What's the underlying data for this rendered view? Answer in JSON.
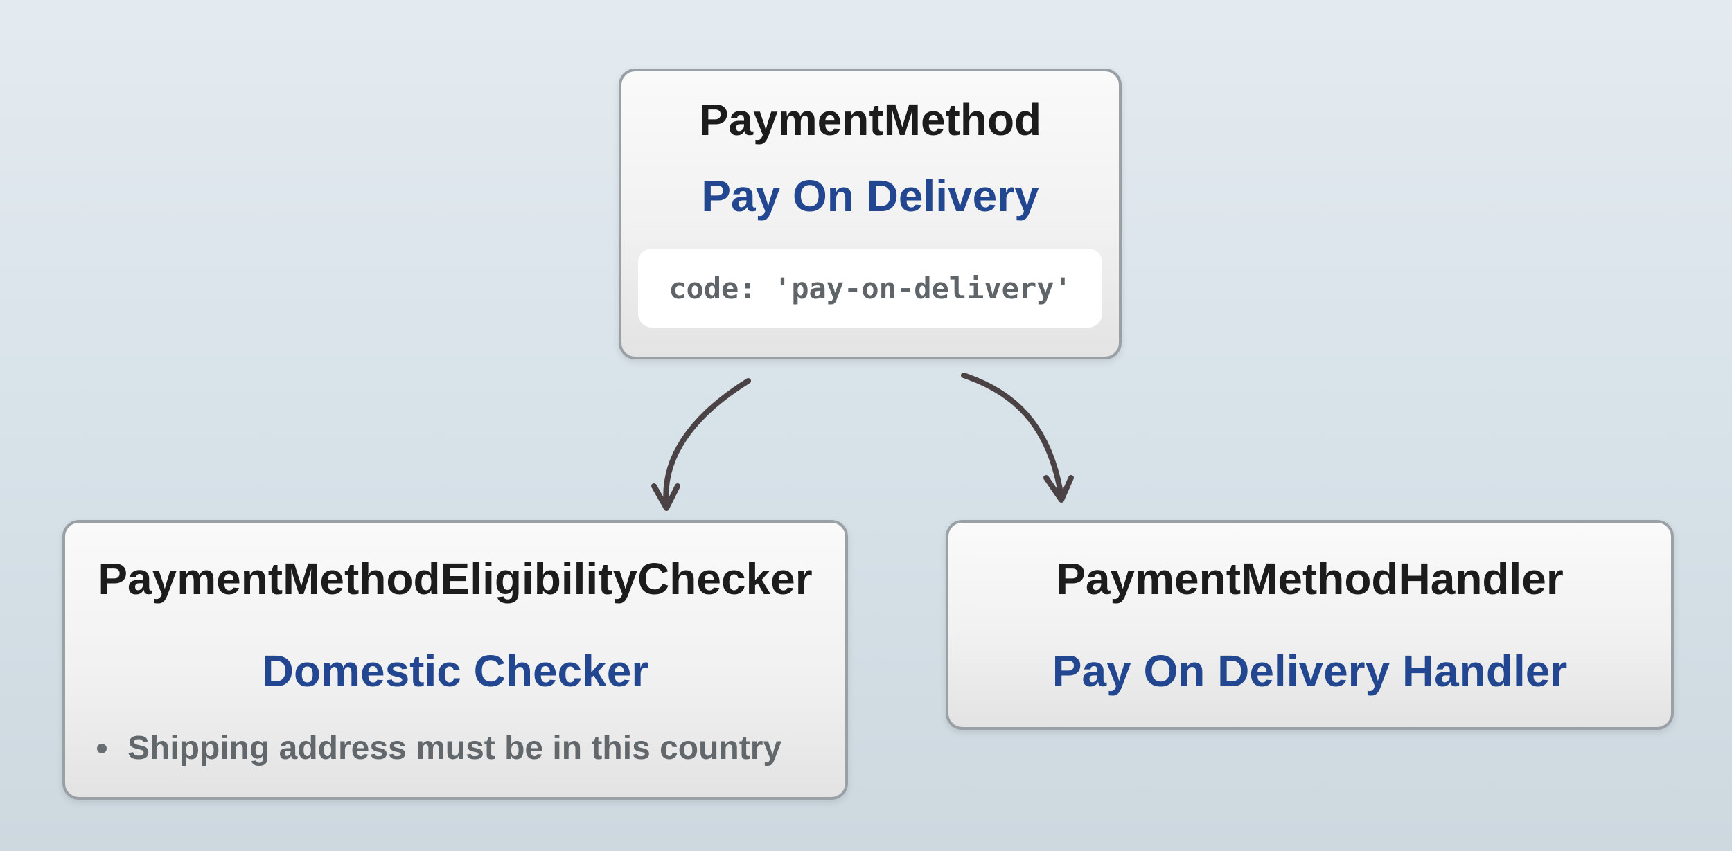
{
  "nodes": {
    "payment_method": {
      "type": "PaymentMethod",
      "name": "Pay On Delivery",
      "code": "code: 'pay-on-delivery'"
    },
    "eligibility_checker": {
      "type": "PaymentMethodEligibilityChecker",
      "name": "Domestic Checker",
      "bullets": [
        "Shipping address must be in this country"
      ]
    },
    "handler": {
      "type": "PaymentMethodHandler",
      "name": "Pay On Delivery Handler"
    }
  },
  "colors": {
    "type_text": "#1c1c1c",
    "name_text": "#22468f",
    "code_text": "#5f6468",
    "node_border": "#9aa1a6",
    "arrow": "#4a4244"
  },
  "connectors": [
    {
      "from": "payment_method",
      "to": "eligibility_checker"
    },
    {
      "from": "payment_method",
      "to": "handler"
    }
  ]
}
